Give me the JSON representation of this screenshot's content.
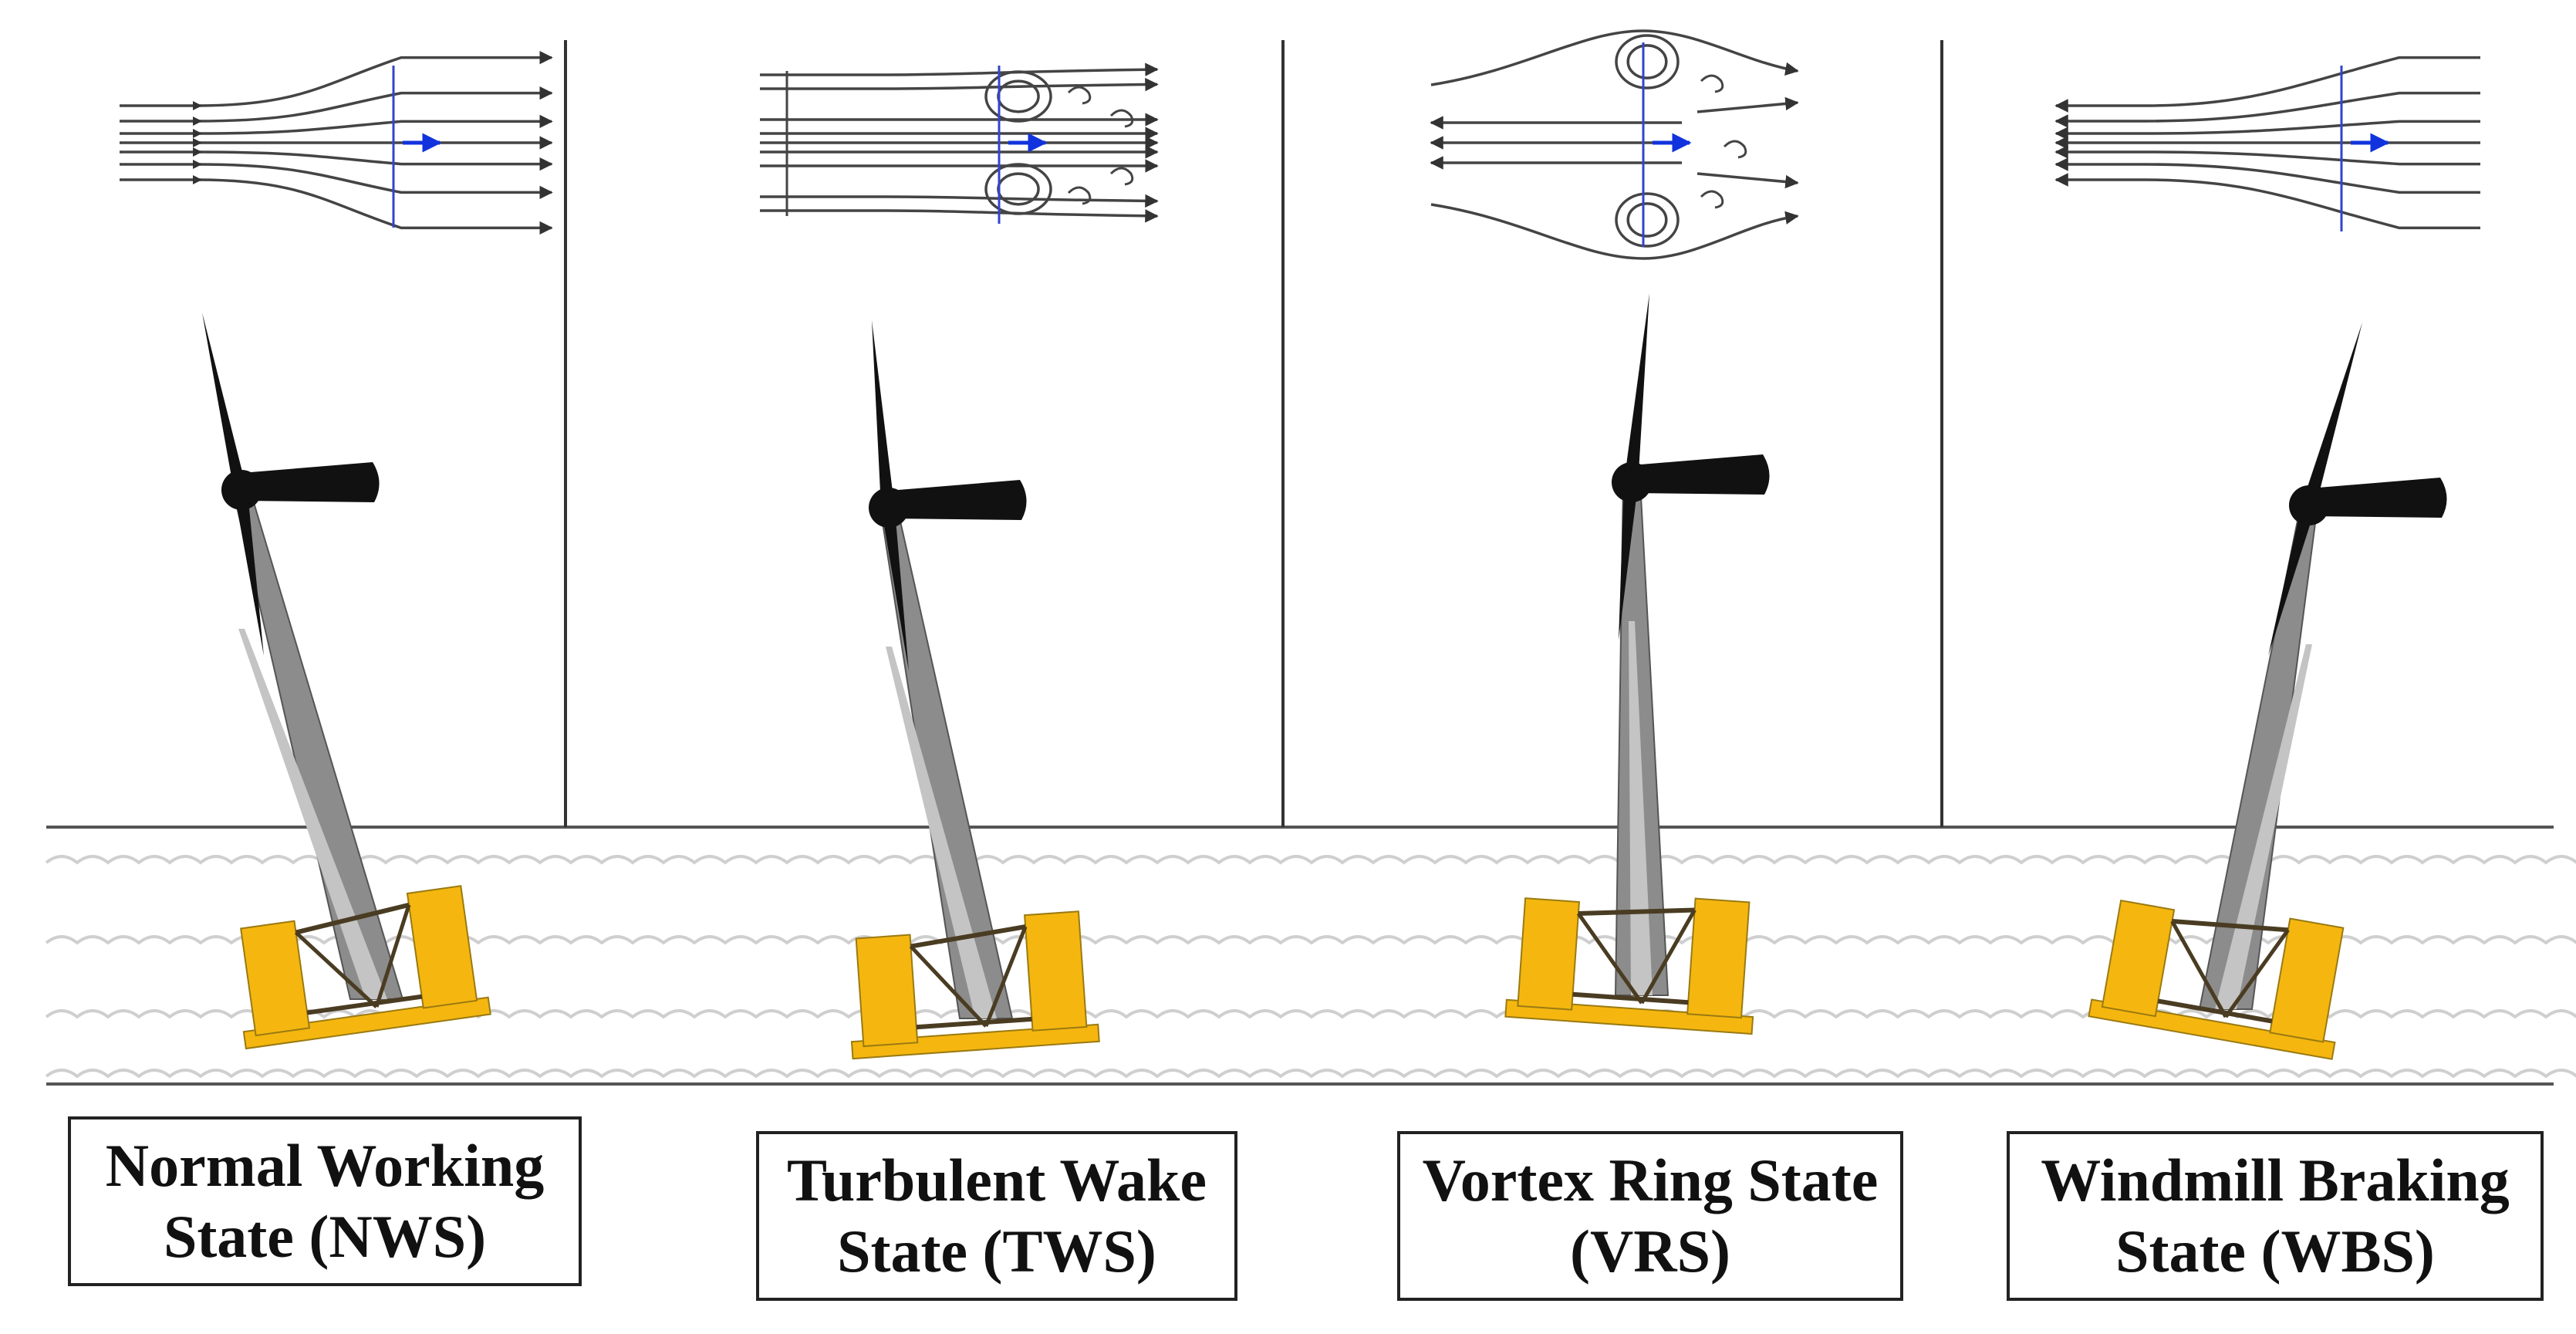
{
  "colors": {
    "streamline": "#444444",
    "disk_line": "#3344cc",
    "velocity_arrow": "#1133dd",
    "tower": "#8c8c8c",
    "tower_inner": "#c4c4c4",
    "rotor": "#111111",
    "platform": "#f5b70f",
    "platform_edge": "#9a7a12",
    "brace": "#4a3c22",
    "wave": "#cfcfcf",
    "divider": "#333333"
  },
  "states": [
    {
      "id": "nws",
      "line1": "Normal Working",
      "line2": "State (NWS)",
      "flow_pattern": "expanding-wake",
      "platform_tilt": "left"
    },
    {
      "id": "tws",
      "line1": "Turbulent Wake",
      "line2": "State (TWS)",
      "flow_pattern": "turbulent-wake",
      "platform_tilt": "slight-left"
    },
    {
      "id": "vrs",
      "line1": "Vortex Ring State",
      "line2": "(VRS)",
      "flow_pattern": "vortex-ring",
      "platform_tilt": "slight-right"
    },
    {
      "id": "wbs",
      "line1": "Windmill Braking",
      "line2": "State (WBS)",
      "flow_pattern": "reversed-flow",
      "platform_tilt": "right"
    }
  ]
}
